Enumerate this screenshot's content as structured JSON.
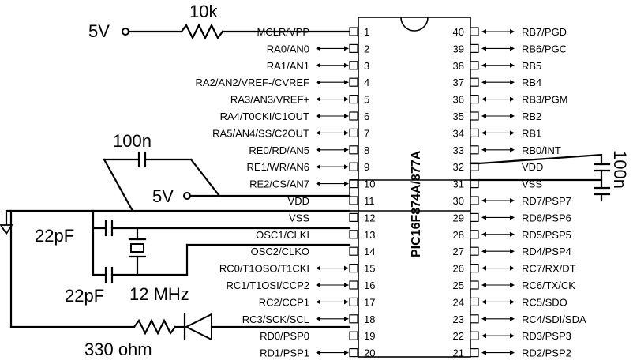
{
  "chip": {
    "part": "PIC16F874A/877A",
    "left_pins": [
      {
        "num": "1",
        "label": "MCLR/VPP"
      },
      {
        "num": "2",
        "label": "RA0/AN0"
      },
      {
        "num": "3",
        "label": "RA1/AN1"
      },
      {
        "num": "4",
        "label": "RA2/AN2/VREF-/CVREF"
      },
      {
        "num": "5",
        "label": "RA3/AN3/VREF+"
      },
      {
        "num": "6",
        "label": "RA4/T0CKI/C1OUT"
      },
      {
        "num": "7",
        "label": "RA5/AN4/SS/C2OUT"
      },
      {
        "num": "8",
        "label": "RE0/RD/AN5"
      },
      {
        "num": "9",
        "label": "RE1/WR/AN6"
      },
      {
        "num": "10",
        "label": "RE2/CS/AN7"
      },
      {
        "num": "11",
        "label": "VDD"
      },
      {
        "num": "12",
        "label": "VSS"
      },
      {
        "num": "13",
        "label": "OSC1/CLKI"
      },
      {
        "num": "14",
        "label": "OSC2/CLKO"
      },
      {
        "num": "15",
        "label": "RC0/T1OSO/T1CKI"
      },
      {
        "num": "16",
        "label": "RC1/T1OSI/CCP2"
      },
      {
        "num": "17",
        "label": "RC2/CCP1"
      },
      {
        "num": "18",
        "label": "RC3/SCK/SCL"
      },
      {
        "num": "19",
        "label": "RD0/PSP0"
      },
      {
        "num": "20",
        "label": "RD1/PSP1"
      }
    ],
    "right_pins": [
      {
        "num": "40",
        "label": "RB7/PGD"
      },
      {
        "num": "39",
        "label": "RB6/PGC"
      },
      {
        "num": "38",
        "label": "RB5"
      },
      {
        "num": "37",
        "label": "RB4"
      },
      {
        "num": "36",
        "label": "RB3/PGM"
      },
      {
        "num": "35",
        "label": "RB2"
      },
      {
        "num": "34",
        "label": "RB1"
      },
      {
        "num": "33",
        "label": "RB0/INT"
      },
      {
        "num": "32",
        "label": "VDD"
      },
      {
        "num": "31",
        "label": "VSS"
      },
      {
        "num": "30",
        "label": "RD7/PSP7"
      },
      {
        "num": "29",
        "label": "RD6/PSP6"
      },
      {
        "num": "28",
        "label": "RD5/PSP5"
      },
      {
        "num": "27",
        "label": "RD4/PSP4"
      },
      {
        "num": "26",
        "label": "RC7/RX/DT"
      },
      {
        "num": "25",
        "label": "RC6/TX/CK"
      },
      {
        "num": "24",
        "label": "RC5/SDO"
      },
      {
        "num": "23",
        "label": "RC4/SDI/SDA"
      },
      {
        "num": "22",
        "label": "RD3/PSP3"
      },
      {
        "num": "21",
        "label": "RD2/PSP2"
      }
    ]
  },
  "components": {
    "supply_top": "5V",
    "resistor_mclr": "10k",
    "cap_decouple_left": "100n",
    "supply_mid": "5V",
    "cap_decouple_right": "100n",
    "cap_osc_top": "22pF",
    "cap_osc_bottom": "22pF",
    "crystal": "12 MHz",
    "resistor_led": "330 ohm"
  }
}
